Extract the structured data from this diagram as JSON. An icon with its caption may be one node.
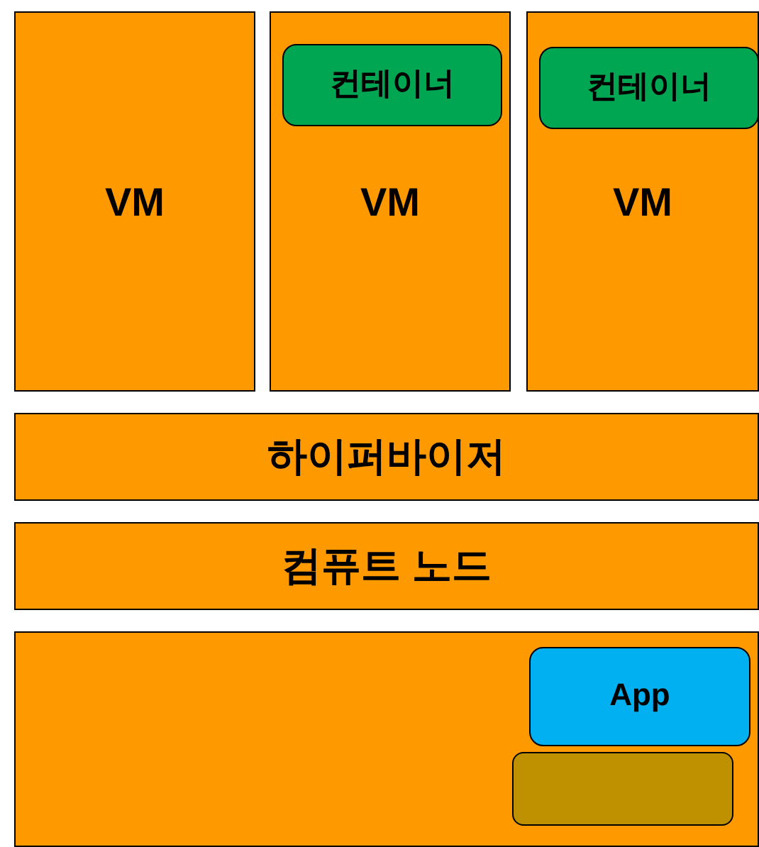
{
  "diagram": {
    "nodes": [
      {
        "text": [
          "VM"
        ]
      },
      {
        "text": [
          "VM"
        ]
      },
      {
        "text": [
          "컨테이너"
        ],
        "in": 1
      },
      {
        "text": [
          "VM"
        ]
      },
      {
        "text": [
          "컨테이너"
        ],
        "in": 3
      },
      {
        "text": [
          "하이퍼바이저"
        ]
      },
      {
        "text": [
          "컴퓨트 노드"
        ]
      },
      {
        "text": [],
        "shape": "box"
      },
      {
        "text": [
          "App"
        ],
        "in": 7
      },
      {
        "text": [],
        "shape": "box",
        "in": 7
      }
    ]
  }
}
